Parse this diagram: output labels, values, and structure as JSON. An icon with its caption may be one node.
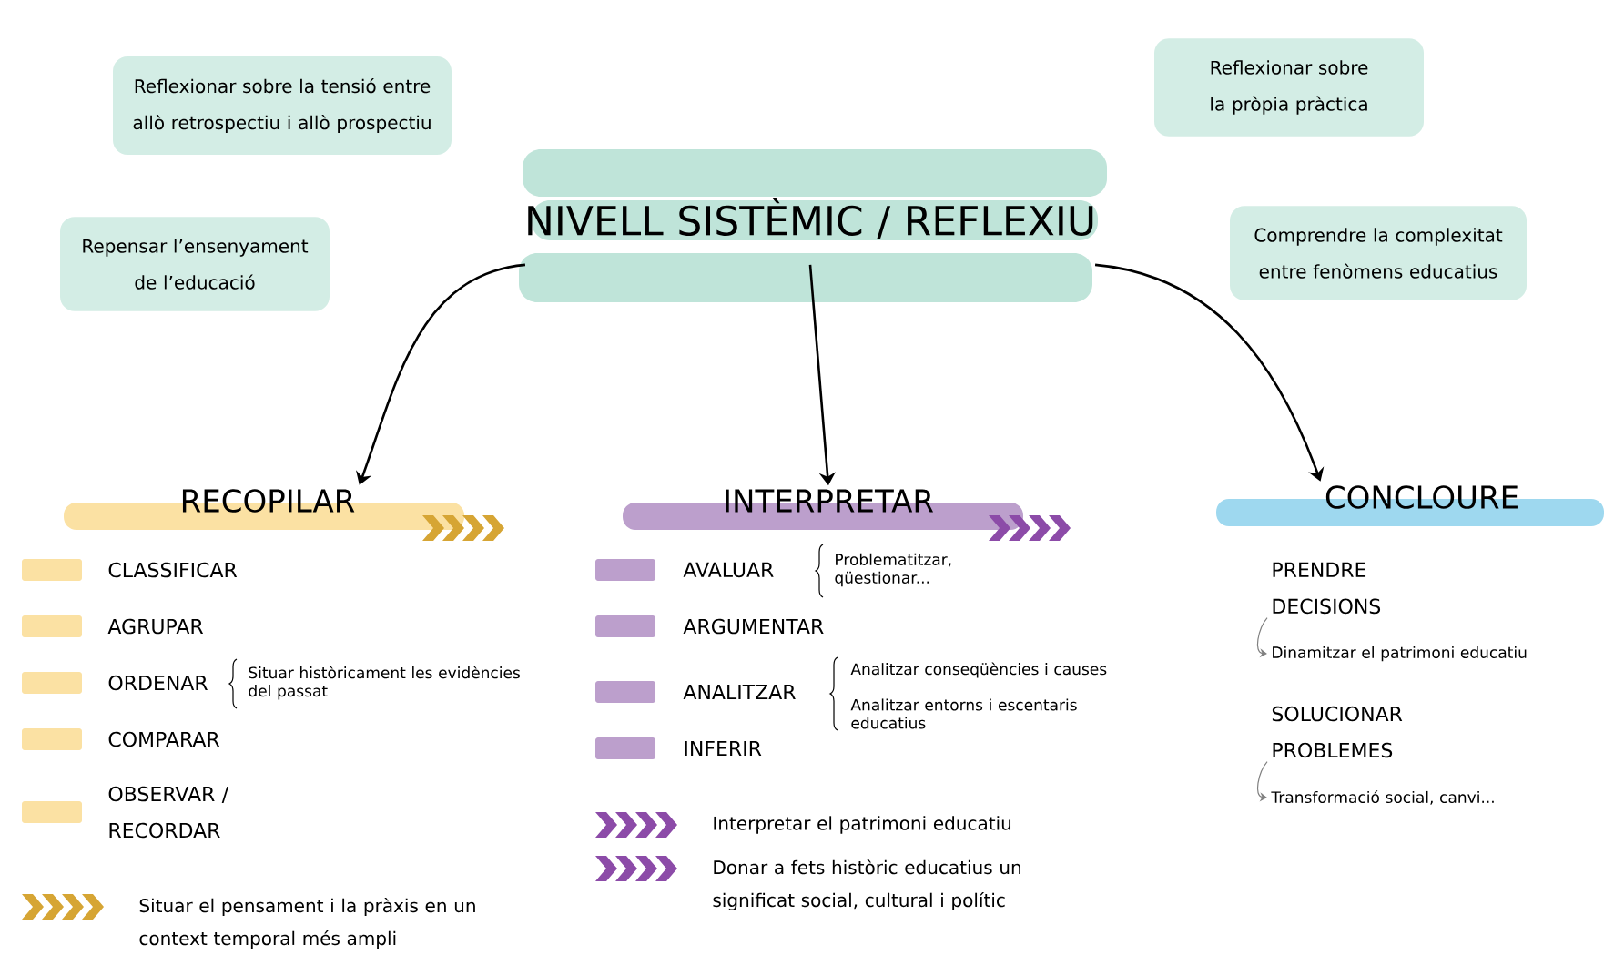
{
  "diagram": {
    "nodes": [
      {
        "text": [
          "NIVELL SISTÈMIC / REFLEXIU"
        ]
      },
      {
        "text": [
          "Reflexionar sobre la tensió entre allò retrospectiu i allò prospectiu"
        ]
      },
      {
        "text": [
          "Repensar l’ensenyament de l’educació"
        ]
      },
      {
        "text": [
          "Reflexionar sobre la pròpia pràctica"
        ]
      },
      {
        "text": [
          "Comprendre la complexitat entre fenòmens educatius"
        ]
      },
      {
        "text": [
          "RECOPILAR"
        ]
      },
      {
        "text": [
          "INTERPRETAR"
        ]
      },
      {
        "text": [
          "CONCLOURE"
        ]
      },
      {
        "text": [
          "PRENDRE DECISIONS"
        ]
      },
      {
        "text": [
          "Dinamitzar el patrimoni educatiu"
        ]
      },
      {
        "text": [
          "SOLUCIONAR PROBLEMES"
        ]
      },
      {
        "text": [
          "Transformació social, canvi..."
        ]
      }
    ],
    "edges": [
      {
        "from": 0,
        "to": 5,
        "arrow": "to"
      },
      {
        "from": 0,
        "to": 6,
        "arrow": "to"
      },
      {
        "from": 0,
        "to": 7,
        "arrow": "to"
      },
      {
        "from": 8,
        "to": 9,
        "arrow": "to",
        "color": "#808080"
      },
      {
        "from": 10,
        "to": 11,
        "arrow": "to",
        "color": "#808080"
      }
    ],
    "labels": [
      "CLASSIFICAR",
      "AGRUPAR",
      "ORDENAR",
      "Situar històricament les evidències del passat",
      "COMPARAR",
      "OBSERVAR / RECORDAR",
      "Situar el pensament i la pràxis en un context temporal més ampli",
      "AVALUAR",
      "Problematitzar, qüestionar...",
      "ARGUMENTAR",
      "ANALITZAR",
      "Analitzar conseqüències i causes",
      "Analitzar entorns i escentaris educatius",
      "INFERIR",
      "Interpretar el patrimoni educatiu",
      "Donar a fets històric educatius un significat social, cultural i polític"
    ]
  }
}
